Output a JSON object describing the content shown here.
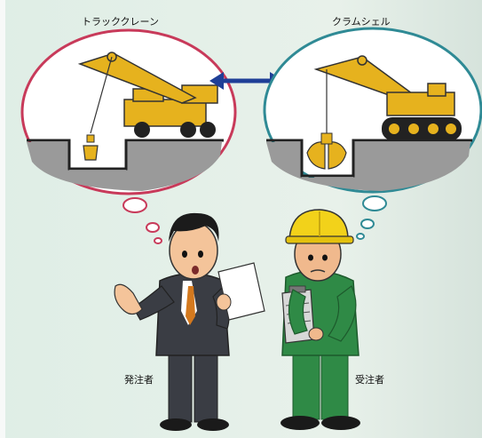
{
  "bubbles": {
    "left_title": "トラッククレーン",
    "right_title": "クラムシェル"
  },
  "people": {
    "orderer_label": "発注者",
    "contractor_label": "受注者"
  },
  "colors": {
    "left_bubble_border": "#c83a5a",
    "right_bubble_border": "#2f8a95",
    "machine_yellow": "#e6b21e",
    "arrow_blue": "#1f3f97",
    "suit_dark": "#3a3d44",
    "worker_green": "#2f8a46",
    "ground_gray": "#9a9a9a"
  }
}
